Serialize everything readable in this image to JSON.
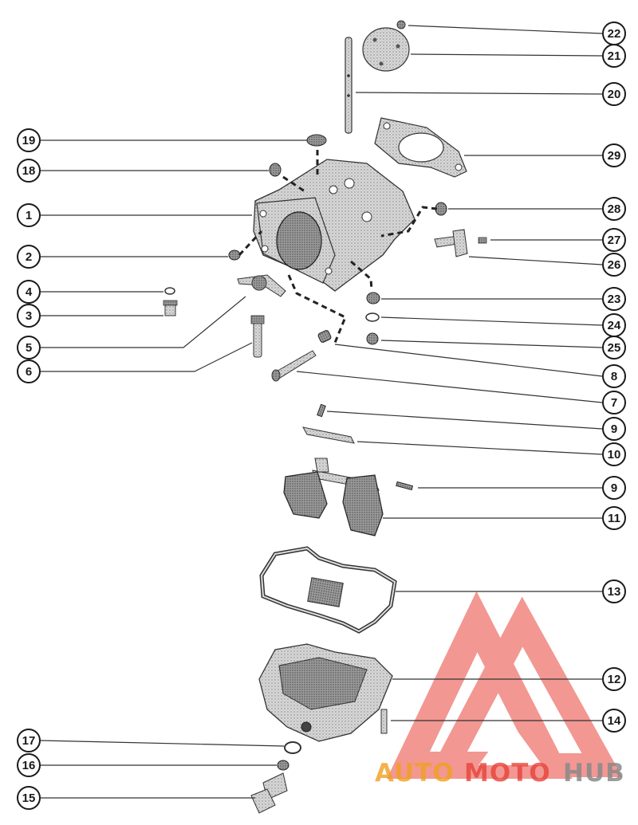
{
  "callouts": [
    {
      "n": "1"
    },
    {
      "n": "2"
    },
    {
      "n": "3"
    },
    {
      "n": "4"
    },
    {
      "n": "5"
    },
    {
      "n": "6"
    },
    {
      "n": "7"
    },
    {
      "n": "8"
    },
    {
      "n": "9"
    },
    {
      "n": "9"
    },
    {
      "n": "10"
    },
    {
      "n": "11"
    },
    {
      "n": "12"
    },
    {
      "n": "13"
    },
    {
      "n": "14"
    },
    {
      "n": "15"
    },
    {
      "n": "16"
    },
    {
      "n": "17"
    },
    {
      "n": "18"
    },
    {
      "n": "19"
    },
    {
      "n": "20"
    },
    {
      "n": "21"
    },
    {
      "n": "22"
    },
    {
      "n": "23"
    },
    {
      "n": "24"
    },
    {
      "n": "25"
    },
    {
      "n": "26"
    },
    {
      "n": "27"
    },
    {
      "n": "28"
    },
    {
      "n": "29"
    }
  ],
  "watermark": {
    "part1": "AUTO",
    "part2": "MOTO",
    "part3": "HUB",
    "color_red": "#e8433a",
    "color_orange": "#f0a020",
    "color_gray": "#8a8a8a"
  }
}
